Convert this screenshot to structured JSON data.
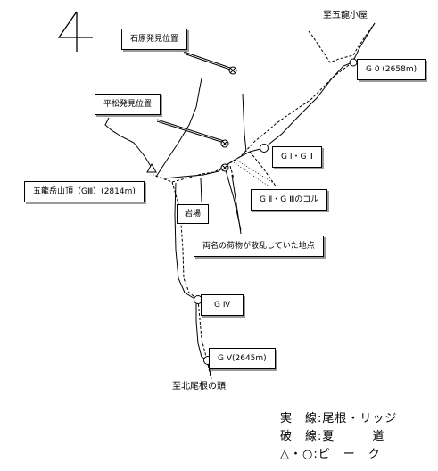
{
  "figure_number": "4",
  "labels": {
    "ishihara": "石原発見位置",
    "hiramatsu": "平松発見位置",
    "goryu_summit": "五龍岳山頂（GⅢ）(2814m)",
    "hut": "至五龍小屋",
    "g0": "G 0 (2658m)",
    "g1g2": "G Ⅰ・G Ⅱ",
    "g2g3col": "G Ⅱ・G Ⅲのコル",
    "rock_band": "岩場",
    "scattered": "両名の荷物が散乱していた地点",
    "g4": "G Ⅳ",
    "g5": "G Ⅴ(2645m)",
    "kitaone": "至北尾根の頭"
  },
  "legend": [
    {
      "symbol": "実　線",
      "desc": "尾根・リッジ"
    },
    {
      "symbol": "破　線",
      "desc": "夏　　　道"
    },
    {
      "symbol": "△・○",
      "desc": "ピ　ー　ク"
    }
  ]
}
